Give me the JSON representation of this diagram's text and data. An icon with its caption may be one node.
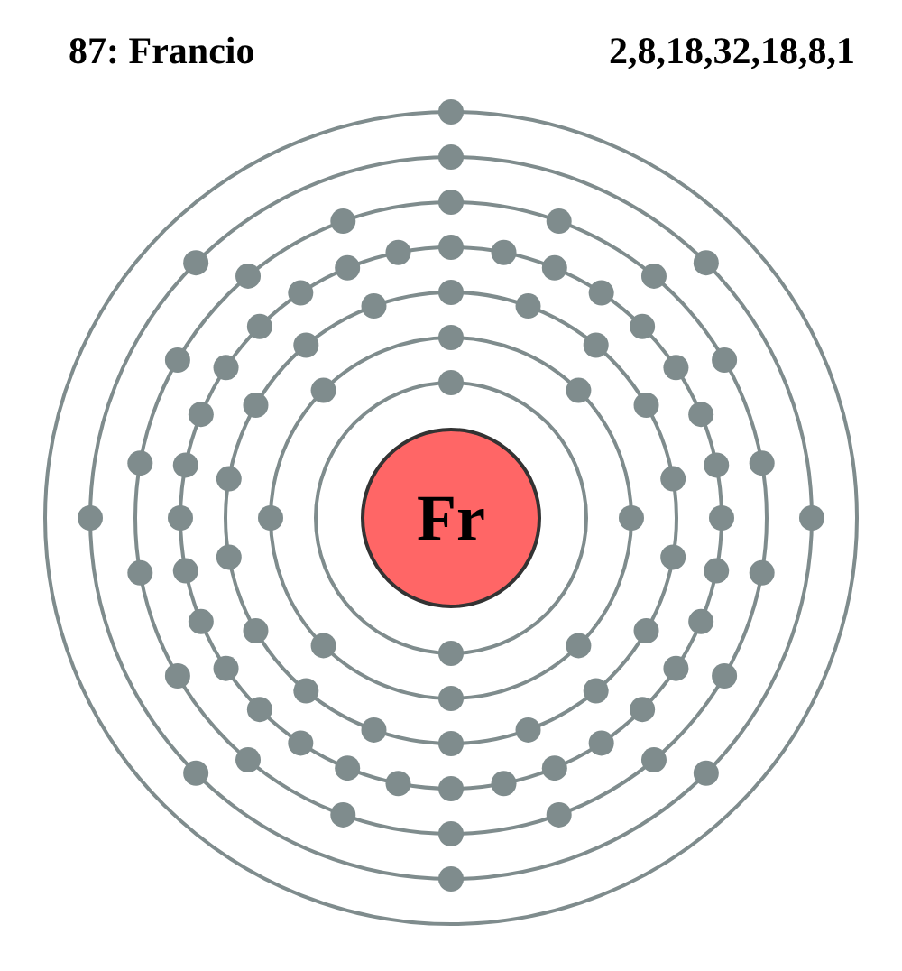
{
  "diagram": {
    "title": "87: Francio",
    "nodes": [
      {
        "text": [
          "Fr"
        ]
      }
    ],
    "labels": [
      "2,8,18,32,18,8,1"
    ]
  }
}
